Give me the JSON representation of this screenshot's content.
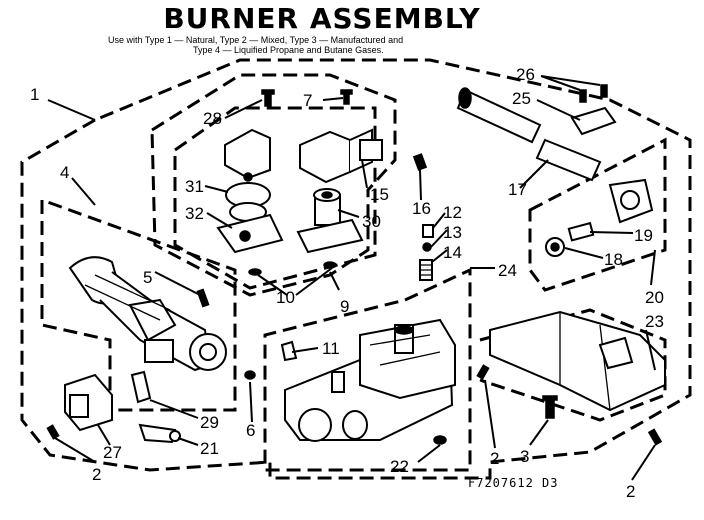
{
  "title": "BURNER ASSEMBLY",
  "subtitle_line1": "Use with Type 1 — Natural, Type 2 — Mixed, Type 3 — Manufactured and",
  "subtitle_line2": "Type 4 — Liquified Propane and Butane Gases.",
  "figure_code": "F7207612 D3",
  "callouts": {
    "c1": "1",
    "c2a": "2",
    "c2b": "2",
    "c2c": "2",
    "c3": "3",
    "c4": "4",
    "c5": "5",
    "c6": "6",
    "c7": "7",
    "c9": "9",
    "c10": "10",
    "c11": "11",
    "c12": "12",
    "c13": "13",
    "c14": "14",
    "c15": "15",
    "c16": "16",
    "c17": "17",
    "c18": "18",
    "c19": "19",
    "c20": "20",
    "c21": "21",
    "c22": "22",
    "c23": "23",
    "c24": "24",
    "c25": "25",
    "c26": "26",
    "c27": "27",
    "c28": "28",
    "c29": "29",
    "c30": "30",
    "c31": "31",
    "c32": "32"
  }
}
